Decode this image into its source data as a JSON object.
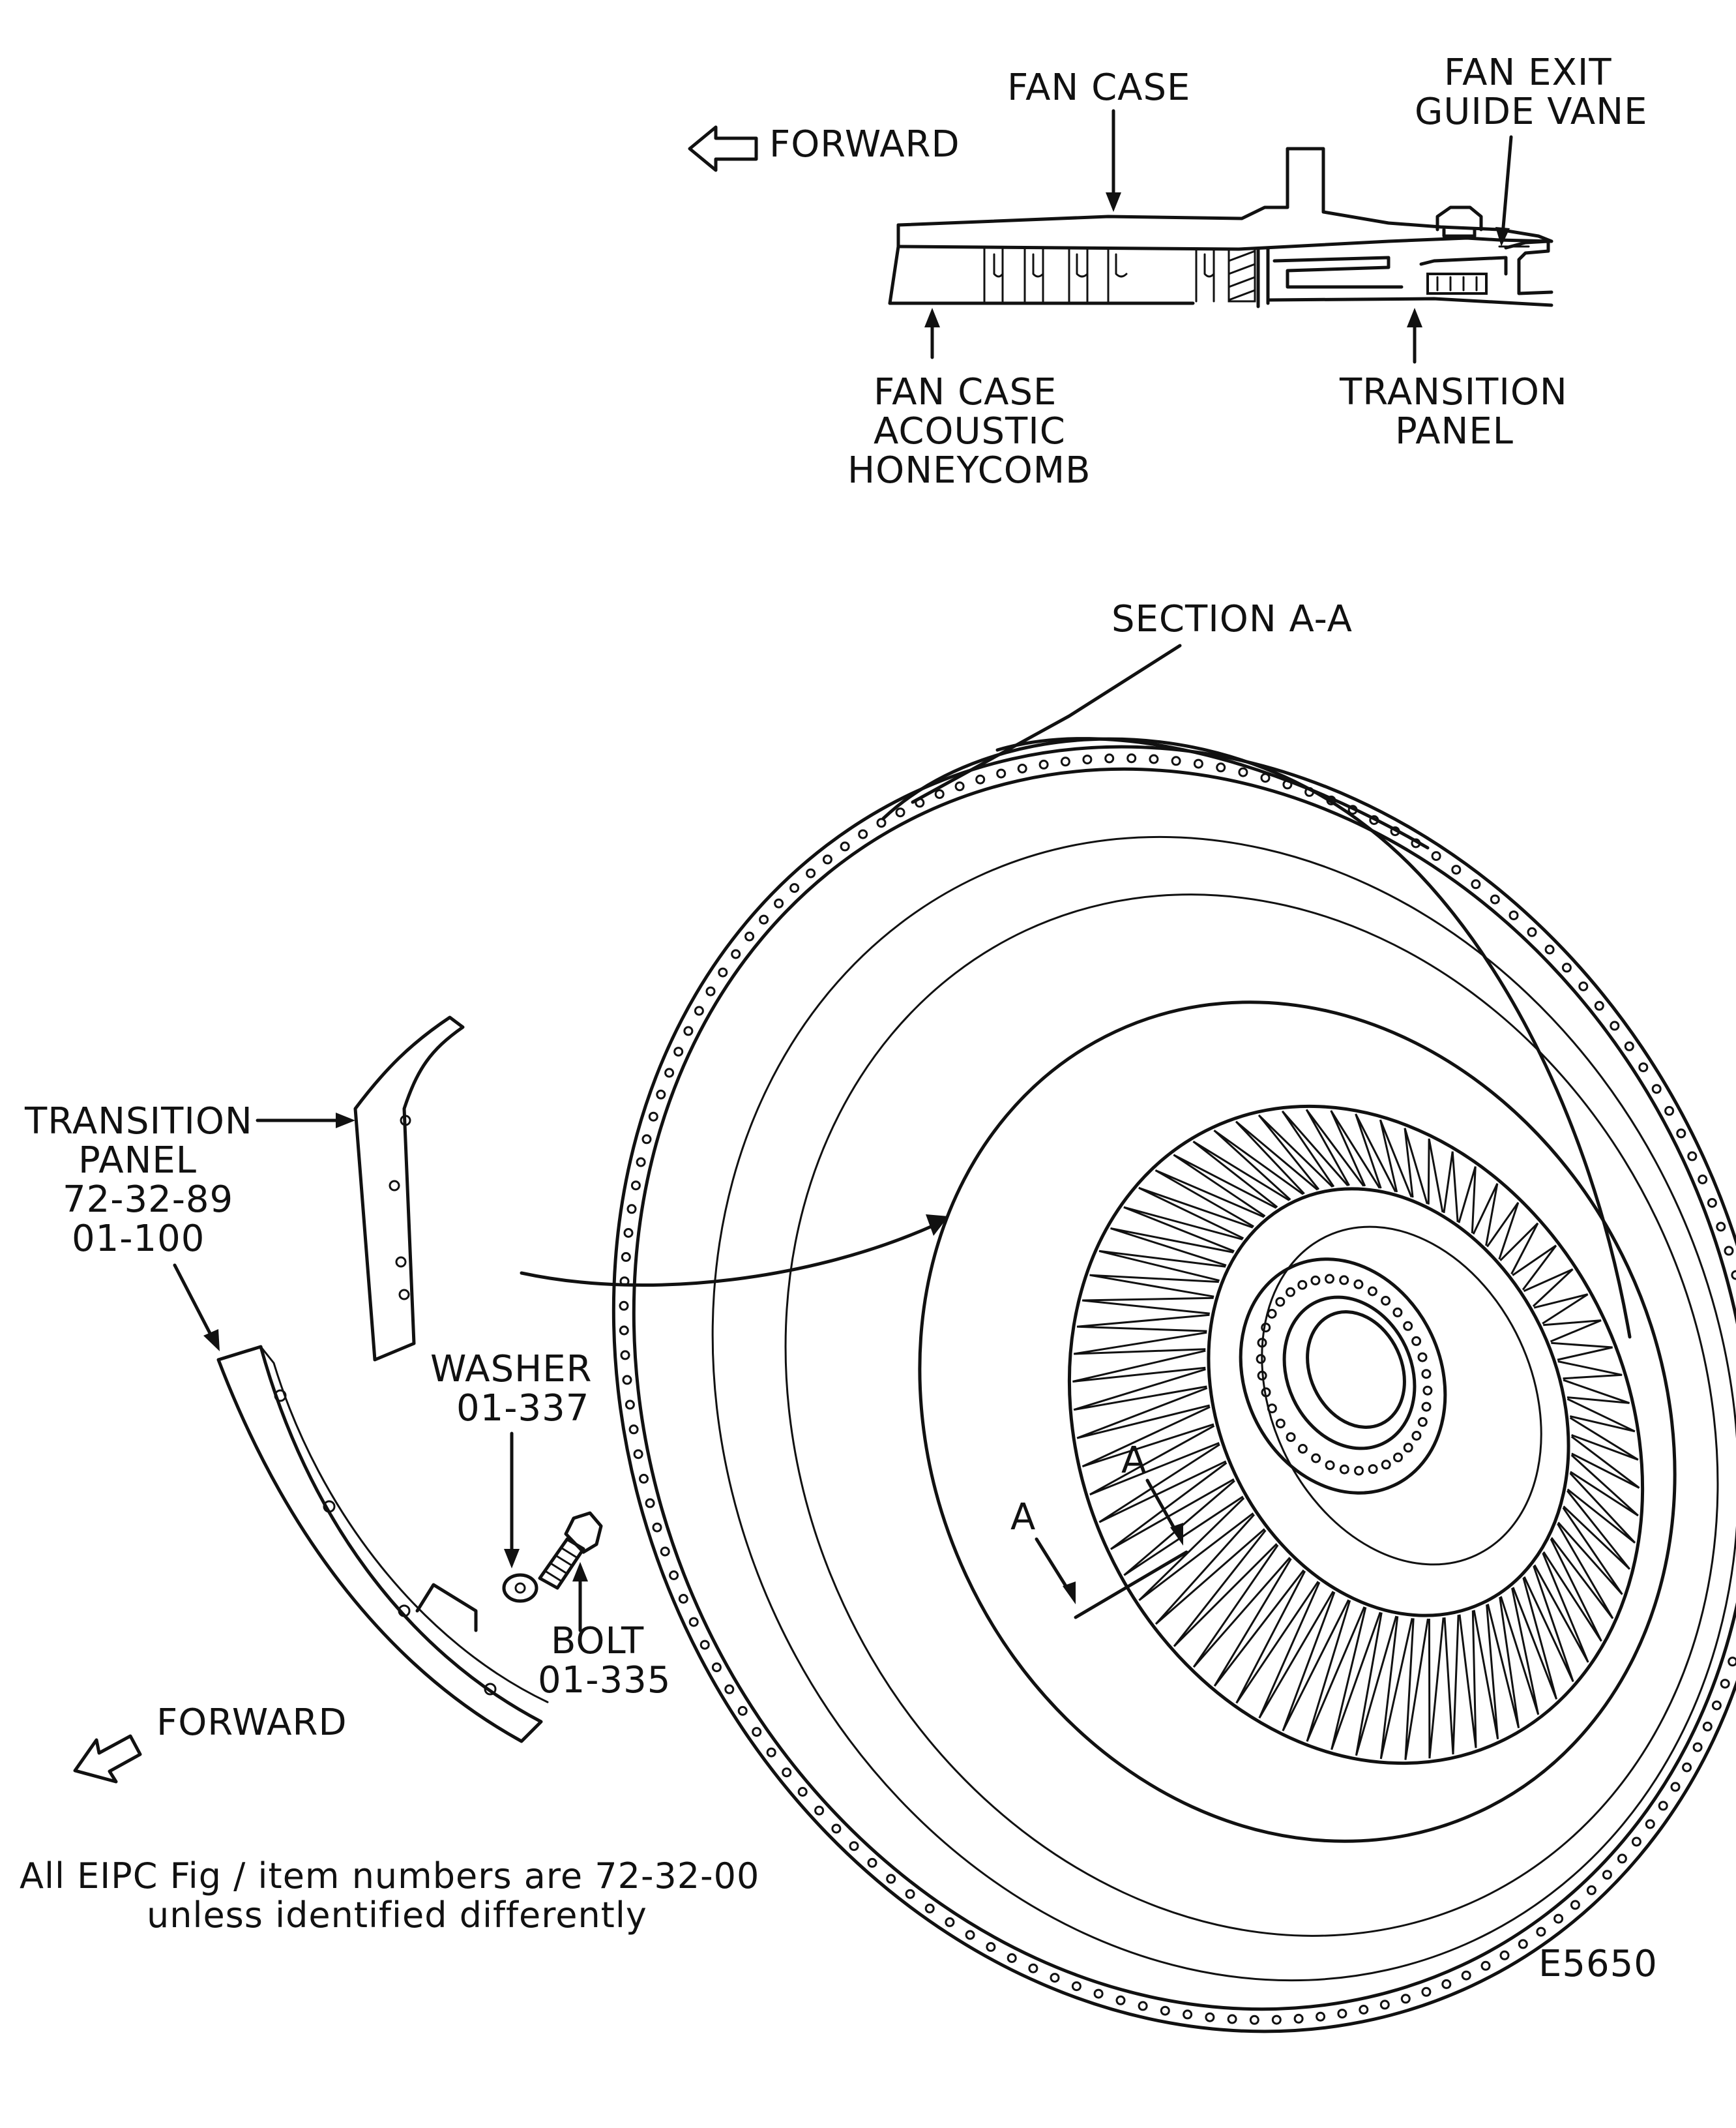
{
  "labels": {
    "forward_top": "FORWARD",
    "fan_case": "FAN CASE",
    "fan_exit_line1": "FAN EXIT",
    "fan_exit_line2": "GUIDE VANE",
    "honeycomb_line1": "FAN CASE",
    "honeycomb_line2": "ACOUSTIC",
    "honeycomb_line3": "HONEYCOMB",
    "transition_top_line1": "TRANSITION",
    "transition_top_line2": "PANEL",
    "section": "SECTION A-A",
    "transition_line1": "TRANSITION",
    "transition_line2": "PANEL",
    "transition_line3": "72-32-89",
    "transition_line4": "01-100",
    "washer_line1": "WASHER",
    "washer_line2": "01-337",
    "bolt_line1": "BOLT",
    "bolt_line2": "01-335",
    "forward_bottom": "FORWARD",
    "section_mark_1": "A",
    "section_mark_2": "A",
    "note_line1": "All EIPC Fig / item numbers are 72-32-00",
    "note_line2": "unless identified differently",
    "figure_id": "E5650"
  }
}
